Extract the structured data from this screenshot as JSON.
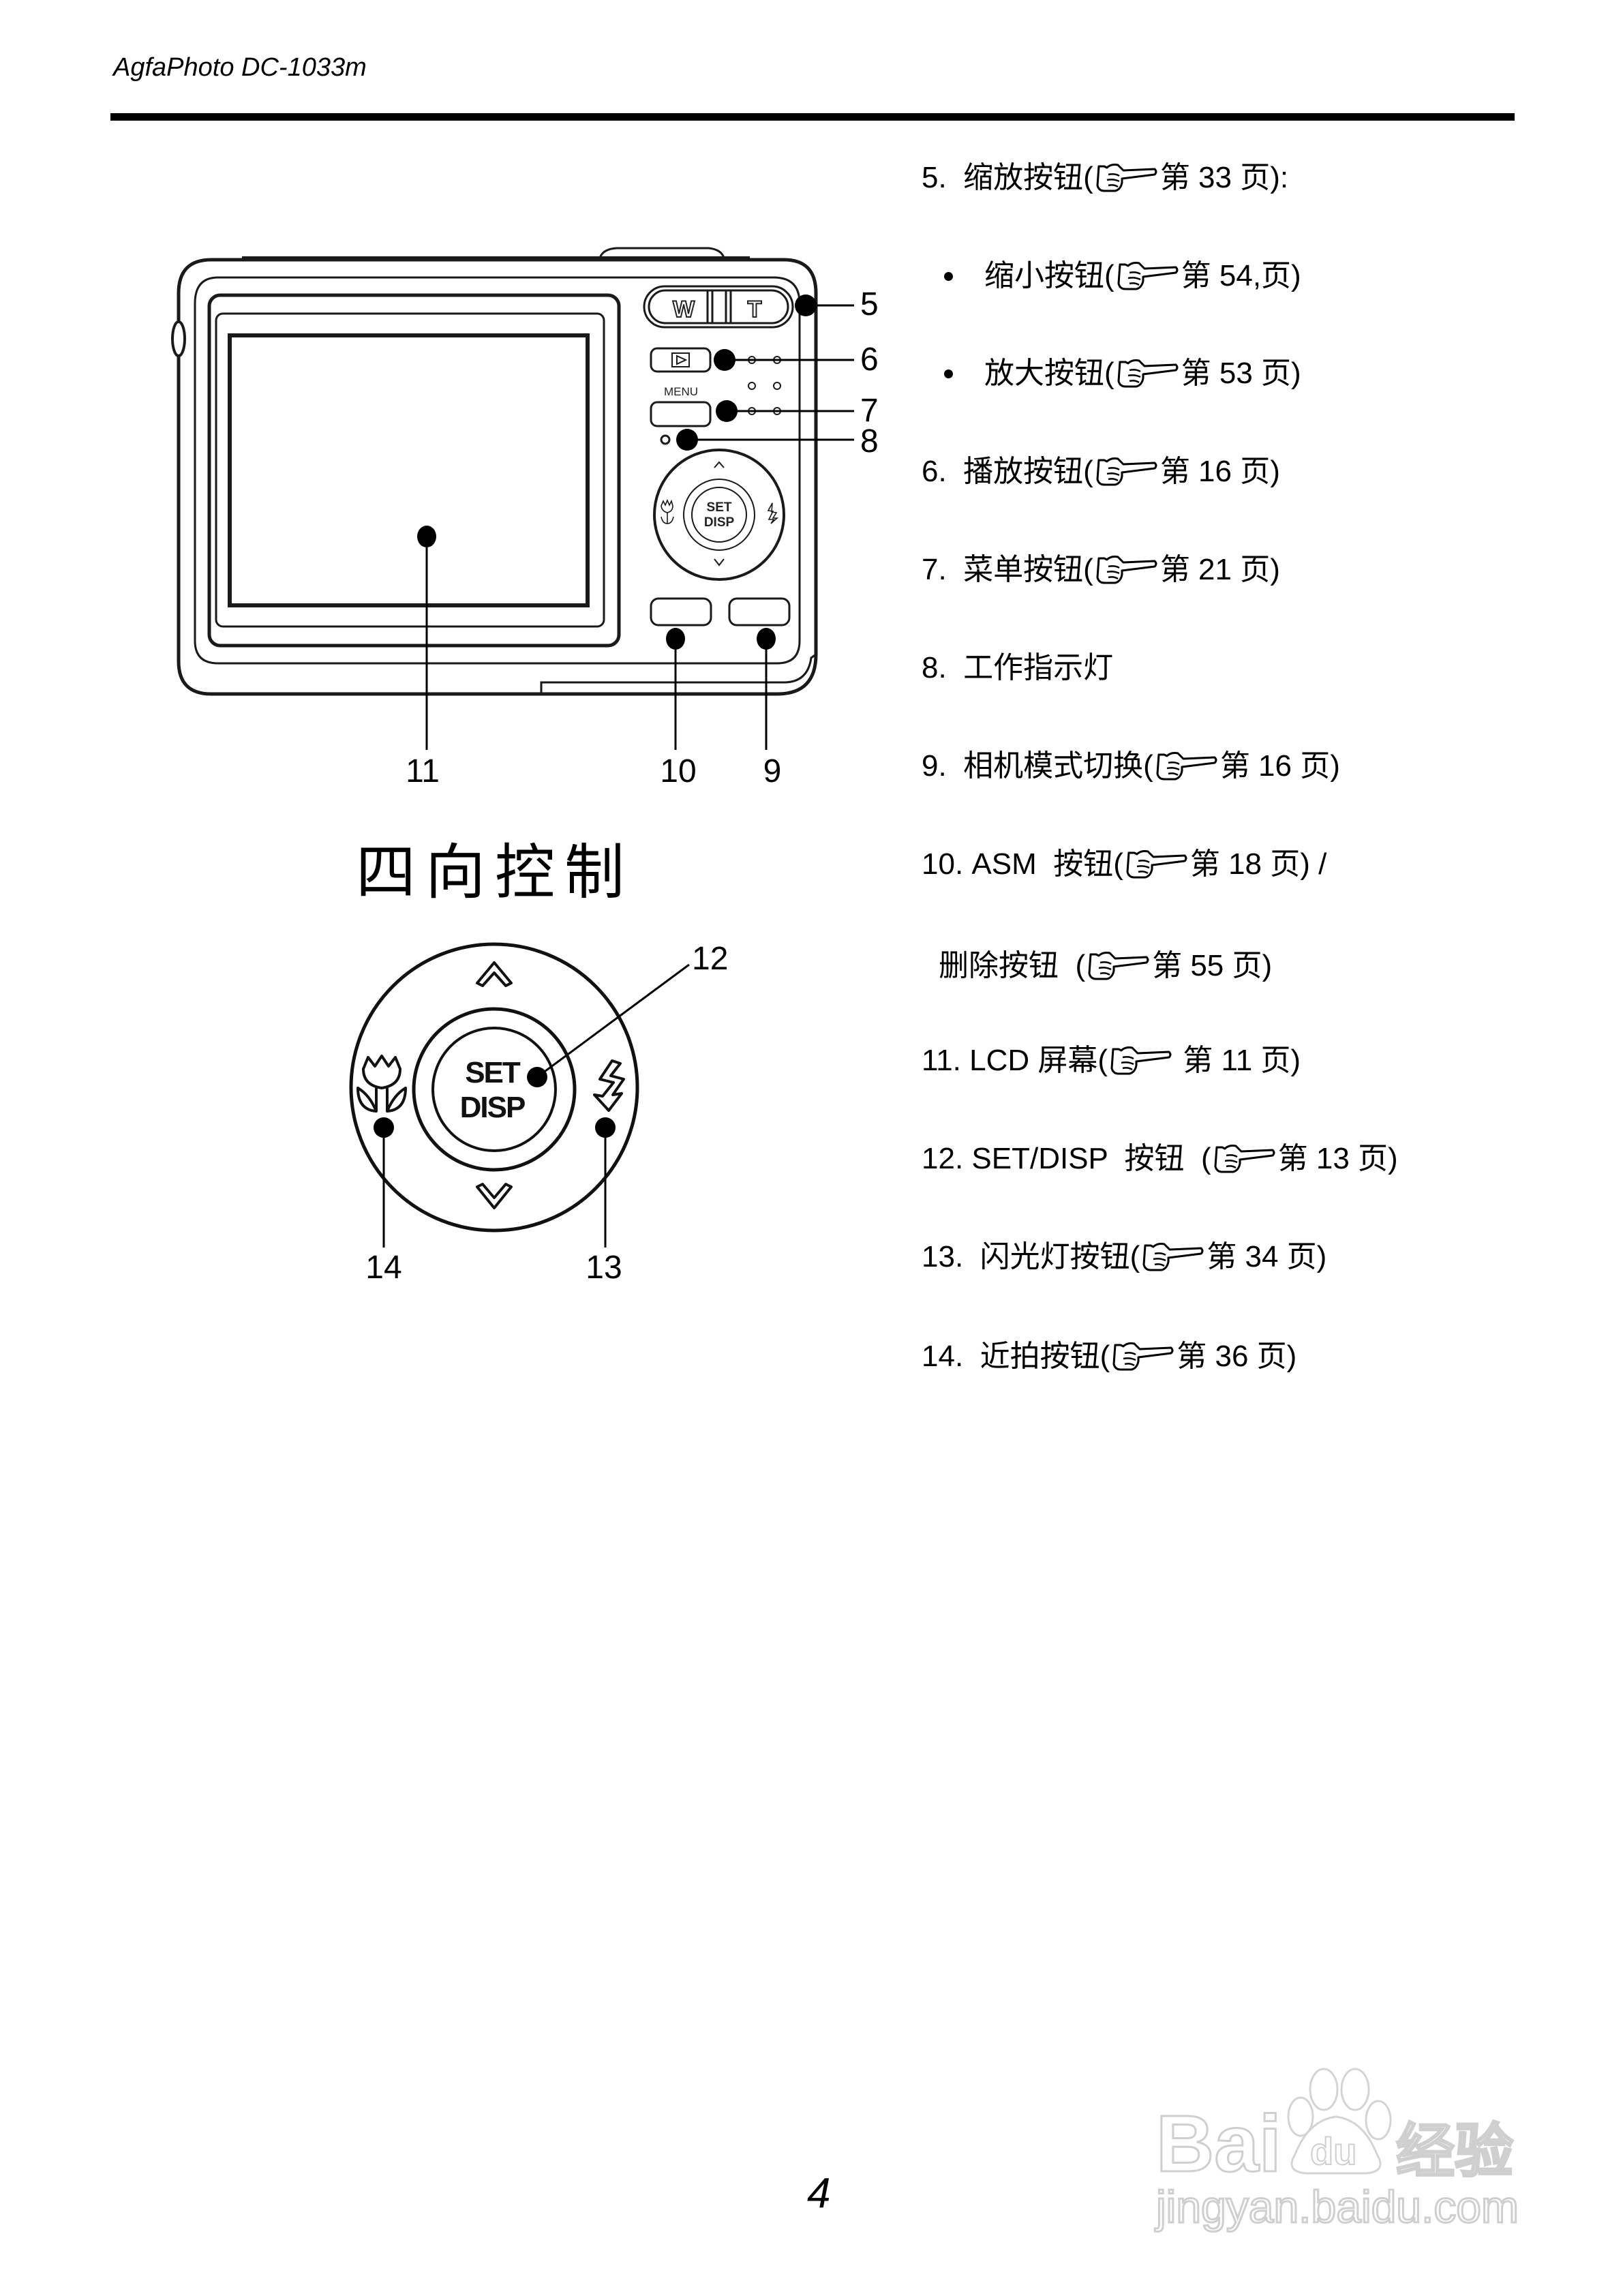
{
  "header": {
    "title": "AgfaPhoto DC-1033m"
  },
  "camera_diagram": {
    "controls": {
      "zoom_w": "W",
      "zoom_t": "T",
      "menu_label": "MENU",
      "set_label": "SET",
      "disp_label": "DISP"
    },
    "callouts": {
      "c5": "5",
      "c6": "6",
      "c7": "7",
      "c8": "8",
      "c9": "9",
      "c10": "10",
      "c11": "11"
    }
  },
  "dpad_diagram": {
    "title": "四向控制",
    "set_label": "SET",
    "disp_label": "DISP",
    "callouts": {
      "c12": "12",
      "c13": "13",
      "c14": "14"
    },
    "icons": [
      "up-arrow-icon",
      "down-arrow-icon",
      "macro-flower-icon",
      "flash-icon"
    ]
  },
  "legend": {
    "items": [
      {
        "num": "5.",
        "label": "缩放按钮(",
        "ref": "第 33 页):",
        "type": "item"
      },
      {
        "num": "",
        "label": "缩小按钮(",
        "ref": "第 54,页)",
        "type": "bullet"
      },
      {
        "num": "",
        "label": "放大按钮(",
        "ref": "第 53 页)",
        "type": "bullet"
      },
      {
        "num": "6.",
        "label": "播放按钮(",
        "ref": "第 16 页)",
        "type": "item"
      },
      {
        "num": "7.",
        "label": "菜单按钮(",
        "ref": "第 21 页)",
        "type": "item"
      },
      {
        "num": "8.",
        "label": "工作指示灯",
        "ref": "",
        "type": "item"
      },
      {
        "num": "9.",
        "label": "相机模式切换(",
        "ref": "第 16 页)",
        "type": "item"
      },
      {
        "num": "10.",
        "label": "ASM  按钮(",
        "ref": "第 18 页) /",
        "type": "item"
      },
      {
        "num": "",
        "label": "删除按钮  (",
        "ref": "第 55 页)",
        "type": "cont"
      },
      {
        "num": "11.",
        "label": "LCD 屏幕(",
        "ref": " 第 11 页)",
        "type": "item"
      },
      {
        "num": "12.",
        "label": "SET/DISP  按钮  (",
        "ref": "第 13 页)",
        "type": "item"
      },
      {
        "num": "13.",
        "label": "闪光灯按钮(",
        "ref": "第 34 页)",
        "type": "item"
      },
      {
        "num": "14.",
        "label": "近拍按钮(",
        "ref": "第 36 页)",
        "type": "item"
      }
    ],
    "ref_icon": "pointing-hand-icon"
  },
  "footer": {
    "page_number": "4"
  },
  "watermark": {
    "brand": "Bai",
    "brand_du": "du",
    "brand_cn": "经验",
    "url": "jingyan.baidu.com"
  },
  "colors": {
    "ink": "#000000",
    "watermark": "#cfcfcf",
    "background": "#ffffff"
  }
}
